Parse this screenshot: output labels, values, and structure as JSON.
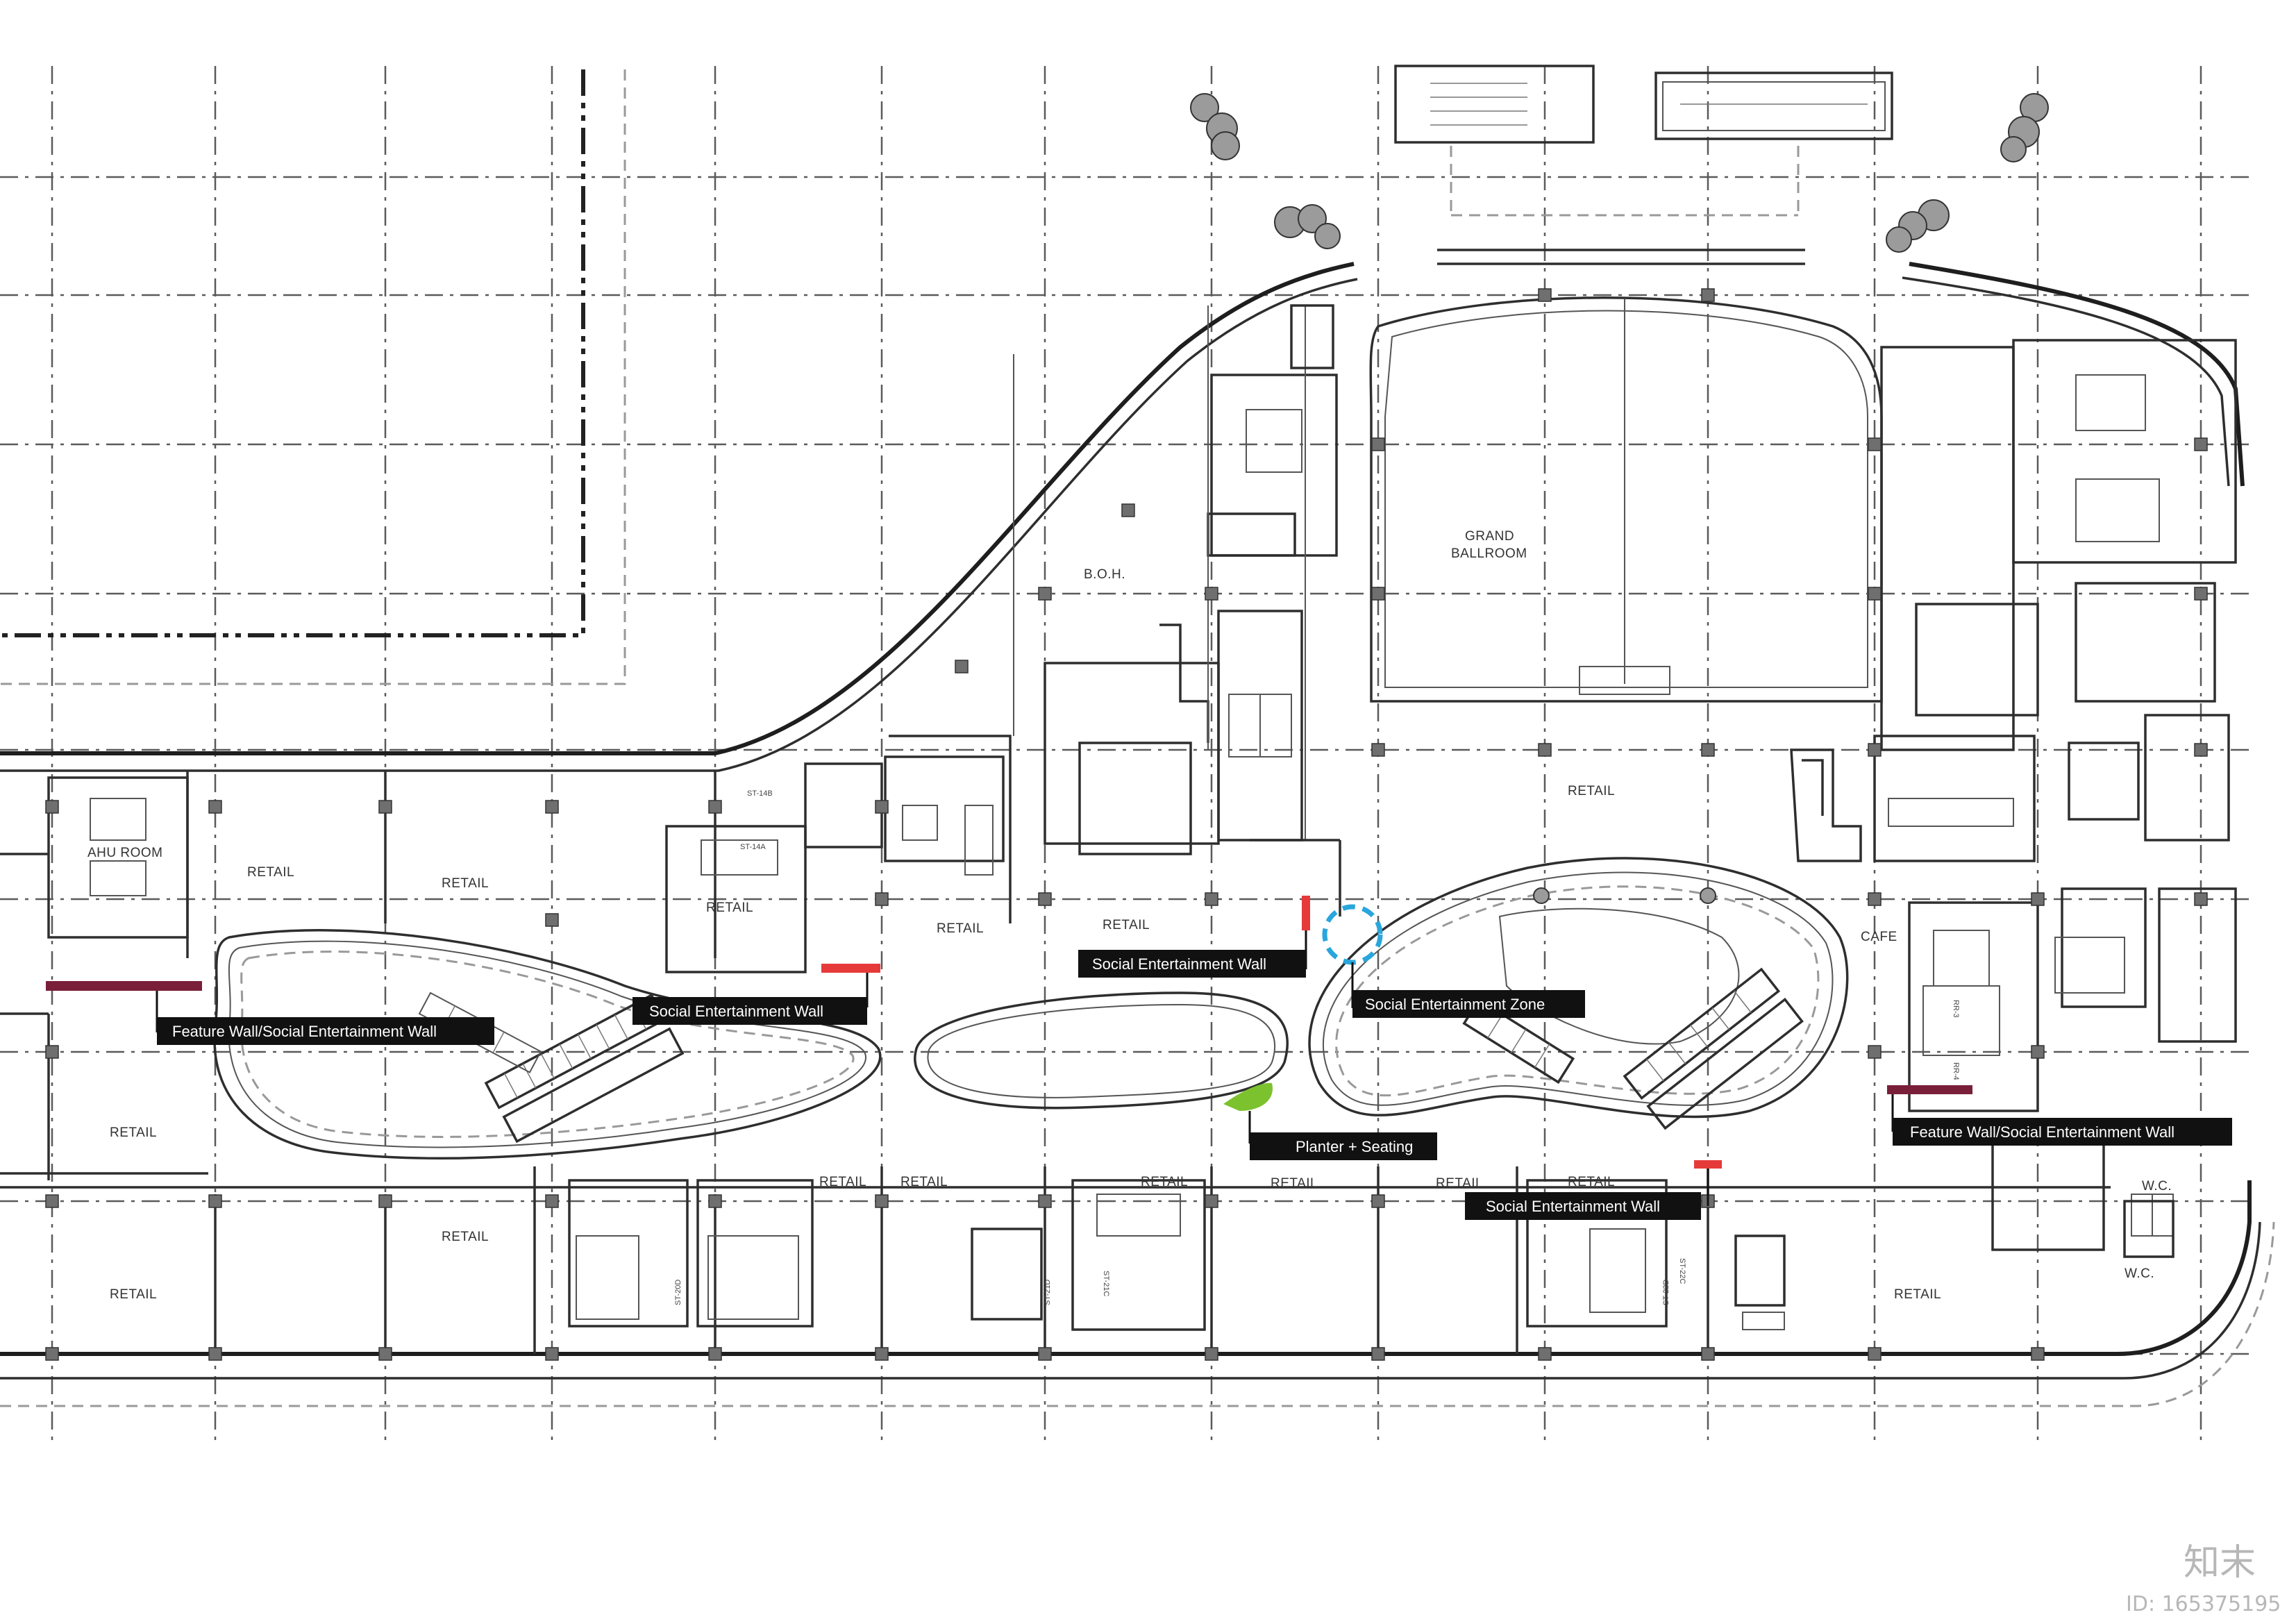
{
  "rooms": {
    "ahu_room": "AHU ROOM",
    "retail": "RETAIL",
    "boh": "B.O.H.",
    "grand_ballroom_line1": "GRAND",
    "grand_ballroom_line2": "BALLROOM",
    "cafe": "CAFE",
    "wc": "W.C."
  },
  "stairs": {
    "st14b": "ST-14B",
    "st14a": "ST-14A",
    "st20d": "ST-20D",
    "st21d": "ST-21D",
    "st21c": "ST-21C",
    "st22d": "ST-22D",
    "st22c": "ST-22C",
    "rr3": "RR-3",
    "rr4": "RR-4"
  },
  "callouts": {
    "feature_wall_left": "Feature Wall/Social Entertainment Wall",
    "social_wall_1": "Social Entertainment Wall",
    "social_wall_2": "Social Entertainment Wall",
    "social_zone": "Social Entertainment Zone",
    "planter_seating": "Planter + Seating",
    "social_wall_3": "Social Entertainment Wall",
    "feature_wall_right": "Feature Wall/Social Entertainment Wall"
  },
  "colors": {
    "feature_wall": "#7a1f3a",
    "social_wall": "#e63a3a",
    "social_zone": "#29a6dc",
    "planter": "#7cc22e",
    "callout_bg": "#111111"
  },
  "watermark": {
    "logo": "知末",
    "id": "ID: 165375195"
  }
}
